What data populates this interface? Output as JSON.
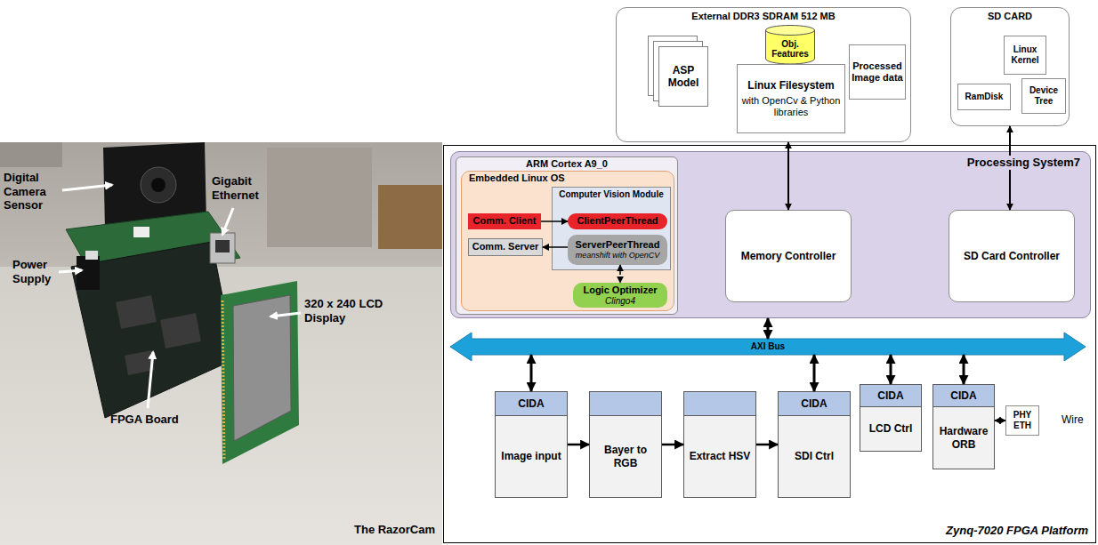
{
  "diagram": {
    "nodes": [
      {
        "text": [
          "External DDR3 SDRAM 512 MB"
        ]
      },
      {
        "text": [
          "ASP Model"
        ],
        "in": 0
      },
      {
        "text": [
          "Obj. Features"
        ],
        "in": 0
      },
      {
        "text": [
          "Linux Filesystem",
          "with OpenCv & Python libraries"
        ],
        "in": 0
      },
      {
        "text": [
          "Processed Image data"
        ],
        "in": 0
      },
      {
        "text": [
          "SD CARD"
        ]
      },
      {
        "text": [
          "Linux Kernel"
        ],
        "in": 5
      },
      {
        "text": [
          "RamDisk"
        ],
        "in": 5
      },
      {
        "text": [
          "Device Tree"
        ],
        "in": 5
      },
      {
        "text": [
          "Zynq-7020 FPGA Platform"
        ]
      },
      {
        "text": [
          "Processing System7"
        ],
        "in": 9
      },
      {
        "text": [
          "ARM Cortex A9_0"
        ],
        "in": 10
      },
      {
        "text": [
          "Embedded Linux OS"
        ],
        "in": 11
      },
      {
        "text": [
          "Computer Vision Module"
        ],
        "in": 12
      },
      {
        "text": [
          "Comm. Client"
        ],
        "in": 12
      },
      {
        "text": [
          "ClientPeerThread"
        ],
        "in": 13
      },
      {
        "text": [
          "ServerPeerThread",
          "meanshift with OpenCV"
        ],
        "in": 13
      },
      {
        "text": [
          "Comm. Server"
        ],
        "in": 12
      },
      {
        "text": [
          "Logic Optimizer",
          "Clingo4"
        ],
        "in": 12
      },
      {
        "text": [
          "Memory Controller"
        ],
        "in": 10
      },
      {
        "text": [
          "SD Card Controller"
        ],
        "in": 10
      },
      {
        "text": [
          "AXI Bus"
        ],
        "in": 9
      },
      {
        "text": [
          "CIDA",
          "Image input"
        ],
        "in": 9
      },
      {
        "text": [
          "Bayer to RGB"
        ],
        "in": 9
      },
      {
        "text": [
          "Extract HSV"
        ],
        "in": 9
      },
      {
        "text": [
          "CIDA",
          "SDI Ctrl"
        ],
        "in": 9
      },
      {
        "text": [
          "CIDA",
          "LCD Ctrl"
        ],
        "in": 9
      },
      {
        "text": [
          "CIDA",
          "Hardware ORB"
        ],
        "in": 9
      },
      {
        "text": [
          "PHY ETH"
        ],
        "in": 9
      }
    ],
    "edges": [
      {
        "from": 14,
        "to": 15,
        "arrow": "to"
      },
      {
        "from": 16,
        "to": 17,
        "arrow": "to"
      },
      {
        "from": 16,
        "to": 18,
        "arrow": "both"
      },
      {
        "from": 0,
        "to": 19,
        "arrow": "both"
      },
      {
        "from": 5,
        "to": 20,
        "arrow": "both"
      },
      {
        "from": 10,
        "to": 21,
        "arrow": "both"
      },
      {
        "from": 21,
        "to": 22,
        "arrow": "both"
      },
      {
        "from": 21,
        "to": 25,
        "arrow": "both"
      },
      {
        "from": 21,
        "to": 26,
        "arrow": "both"
      },
      {
        "from": 21,
        "to": 27,
        "arrow": "both"
      },
      {
        "from": 22,
        "to": 23,
        "arrow": "to"
      },
      {
        "from": 23,
        "to": 24,
        "arrow": "to"
      },
      {
        "from": 24,
        "to": 25,
        "arrow": "to"
      },
      {
        "from": 27,
        "to": 28,
        "arrow": "both"
      }
    ],
    "labels": [
      "Digital Camera Sensor",
      "Gigabit Ethernet",
      "Power Supply",
      "FPGA Board",
      "320 x 240 LCD Display",
      "The RazorCam",
      "Wire"
    ]
  }
}
